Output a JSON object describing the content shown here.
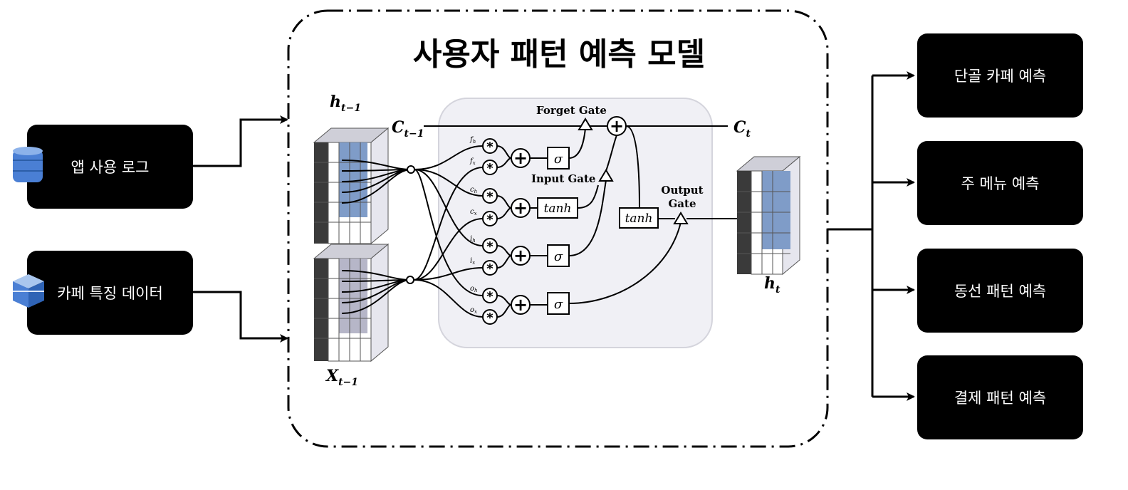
{
  "title": "사용자 패턴 예측 모델",
  "inputs": [
    {
      "label": "앱 사용 로그",
      "icon": "database-icon"
    },
    {
      "label": "카페 특징 데이터",
      "icon": "cube-stack-icon"
    }
  ],
  "outputs": [
    {
      "label": "단골 카페 예측"
    },
    {
      "label": "주 메뉴 예측"
    },
    {
      "label": "동선 패턴 예측"
    },
    {
      "label": "결제 패턴 예측"
    }
  ],
  "lstm": {
    "h_prev": "h",
    "h_prev_sub": "t−1",
    "x_prev": "X",
    "x_prev_sub": "t−1",
    "c_prev": "C",
    "c_prev_sub": "t−1",
    "c_next": "C",
    "c_next_sub": "t",
    "h_next": "h",
    "h_next_sub": "t",
    "forget_gate": "Forget Gate",
    "input_gate": "Input Gate",
    "output_gate_line1": "Output",
    "output_gate_line2": "Gate",
    "sigma": "σ",
    "tanh": "tanh",
    "mult": "*",
    "plus": "+",
    "weights": [
      "f",
      "f",
      "c",
      "c",
      "i",
      "i",
      "o",
      "o"
    ],
    "weight_subs": [
      "h",
      "x",
      "h",
      "x",
      "h",
      "x",
      "h",
      "x"
    ]
  },
  "colors": {
    "box_bg": "#000000",
    "grid_blue": "#7f9cc8",
    "grid_dark": "#3a3a3a",
    "panel_bg": "#f0f0f5",
    "grid_gray": "#b6b6c8"
  }
}
